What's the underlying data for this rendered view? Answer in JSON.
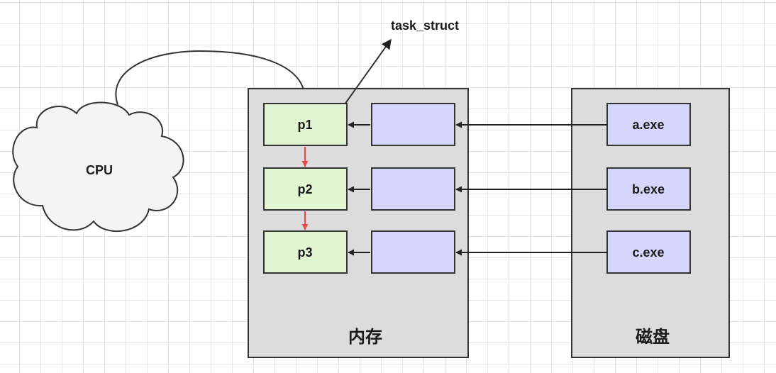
{
  "cpu": {
    "label": "CPU"
  },
  "annotation": {
    "task_struct": "task_struct"
  },
  "memory": {
    "title": "内存",
    "processes": [
      {
        "label": "p1"
      },
      {
        "label": "p2"
      },
      {
        "label": "p3"
      }
    ]
  },
  "disk": {
    "title": "磁盘",
    "files": [
      {
        "label": "a.exe"
      },
      {
        "label": "b.exe"
      },
      {
        "label": "c.exe"
      }
    ]
  },
  "colors": {
    "container_fill": "#dcdcdc",
    "process_fill": "#e1f5d2",
    "block_fill": "#d4d6fb",
    "cloud_fill": "#f4f4f4",
    "outline": "#333333",
    "queue_arrow": "#e84a4a"
  }
}
